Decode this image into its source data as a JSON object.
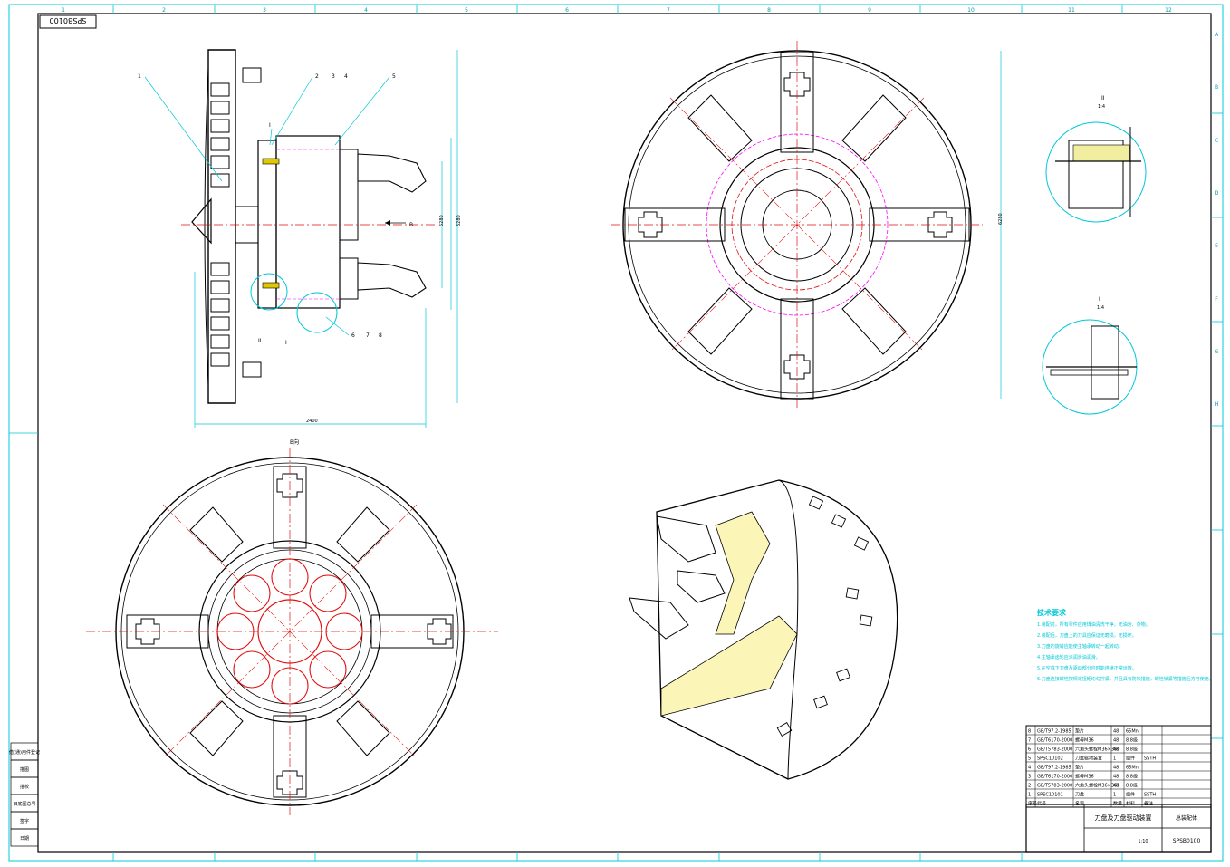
{
  "drawing": {
    "number": "SPSB0100",
    "title": "刀盘及刀盘驱动装置",
    "subtitle": "总装配体",
    "scale": "1:10",
    "view_labels": {
      "a_view": "B向",
      "detail_ii": "II",
      "detail_ii_scale": "1:4",
      "detail_i": "I",
      "detail_i_scale": "1:4"
    },
    "callouts": [
      "1",
      "2",
      "3",
      "4",
      "5",
      "6",
      "7",
      "8",
      "I",
      "II"
    ],
    "arrow_label": "B",
    "dims": {
      "overall_width": "2400",
      "height_left": "6280",
      "height_right": "6280",
      "diameter": "6280"
    },
    "column_numbers": [
      "1",
      "2",
      "3",
      "4",
      "5",
      "6",
      "7",
      "8",
      "9",
      "10",
      "11",
      "12"
    ],
    "row_letters": [
      "A",
      "B",
      "C",
      "D",
      "E",
      "F",
      "G",
      "H"
    ]
  },
  "tech_requirements": {
    "heading": "技术要求",
    "items": [
      "1.装配前，所有零件应用煤油清洗干净，无油污、杂物。",
      "2.装配后，刀盘上的刀具应保证无磨损，无损坏。",
      "3.刀盘的旋转应能使主轴承转动一起转动。",
      "4.主轴承齿轮应涂润滑油润滑。",
      "5.在空载下刀盘及驱动部分应时能连续正常运转。",
      "6.刀盘连接螺栓按规定扭矩均匀拧紧，并且具有防松措施，螺栓锁紧等措施后方可使用。"
    ]
  },
  "bom": {
    "rows": [
      {
        "no": "8",
        "code": "GB/T97.2-1985",
        "name": "垫片",
        "qty": "48",
        "mat": "65Mn",
        "note": ""
      },
      {
        "no": "7",
        "code": "GB/T6170-2000",
        "name": "螺母M36",
        "qty": "48",
        "mat": "8.8级",
        "note": ""
      },
      {
        "no": "6",
        "code": "GB/T5783-2000",
        "name": "六角头螺栓M36×360",
        "qty": "48",
        "mat": "8.8级",
        "note": ""
      },
      {
        "no": "5",
        "code": "SPSC10102",
        "name": "刀盘驱动装置",
        "qty": "1",
        "mat": "组件",
        "note": "SSTH"
      },
      {
        "no": "4",
        "code": "GB/T97.2-1985",
        "name": "垫片",
        "qty": "48",
        "mat": "65Mn",
        "note": ""
      },
      {
        "no": "3",
        "code": "GB/T6170-2000",
        "name": "螺母M36",
        "qty": "48",
        "mat": "8.8级",
        "note": ""
      },
      {
        "no": "2",
        "code": "GB/T5783-2000",
        "name": "六角头螺栓M36×360",
        "qty": "48",
        "mat": "8.8级",
        "note": ""
      },
      {
        "no": "1",
        "code": "SPSC10101",
        "name": "刀盘",
        "qty": "1",
        "mat": "组件",
        "note": "SSTH"
      }
    ],
    "header": {
      "no": "序号",
      "code": "代号",
      "name": "名称",
      "qty": "数量",
      "mat": "材料",
      "note": "备注"
    }
  },
  "side_stamp": {
    "items": [
      "借(通)用件登记",
      "描图",
      "描校",
      "旧底图总号",
      "签字",
      "日期"
    ]
  },
  "colors": {
    "frame": "#000000",
    "grid": "#00c8d8",
    "center": "#e01010",
    "hidden": "#ff00ff",
    "hatch": "#e0c800"
  }
}
